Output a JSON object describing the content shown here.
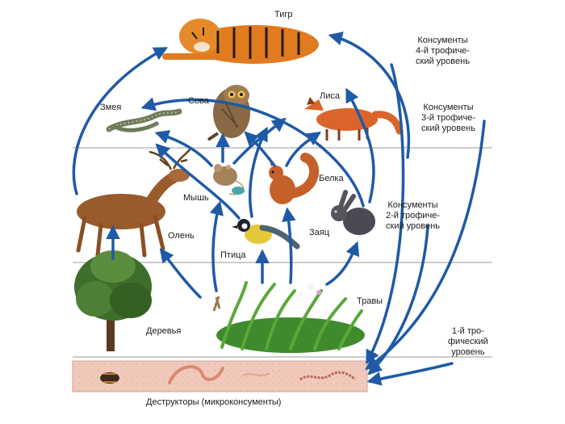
{
  "organisms": {
    "tiger": "Тигр",
    "snake": "Змея",
    "owl": "Сова",
    "fox": "Лиса",
    "squirrel": "Белка",
    "mouse": "Мышь",
    "deer": "Олень",
    "hare": "Заяц",
    "bird": "Птица",
    "grass": "Травы",
    "trees": "Деревья"
  },
  "levels": {
    "level4": [
      "Консументы",
      "4-й трофиче-",
      "ский уровень"
    ],
    "level3": [
      "Консументы",
      "3-й трофиче-",
      "ский уровень"
    ],
    "level2": [
      "Консументы",
      "2-й трофиче-",
      "ский уровень"
    ],
    "level1": [
      "1-й тро-",
      "фический",
      "уровень"
    ]
  },
  "destructors": "Деструкторы (микроконсументы)",
  "colors": {
    "arrow": "#1f5aa6",
    "divider": "#9a9a9a",
    "soil": "#f1c9bb",
    "worm": "#d98a73"
  }
}
